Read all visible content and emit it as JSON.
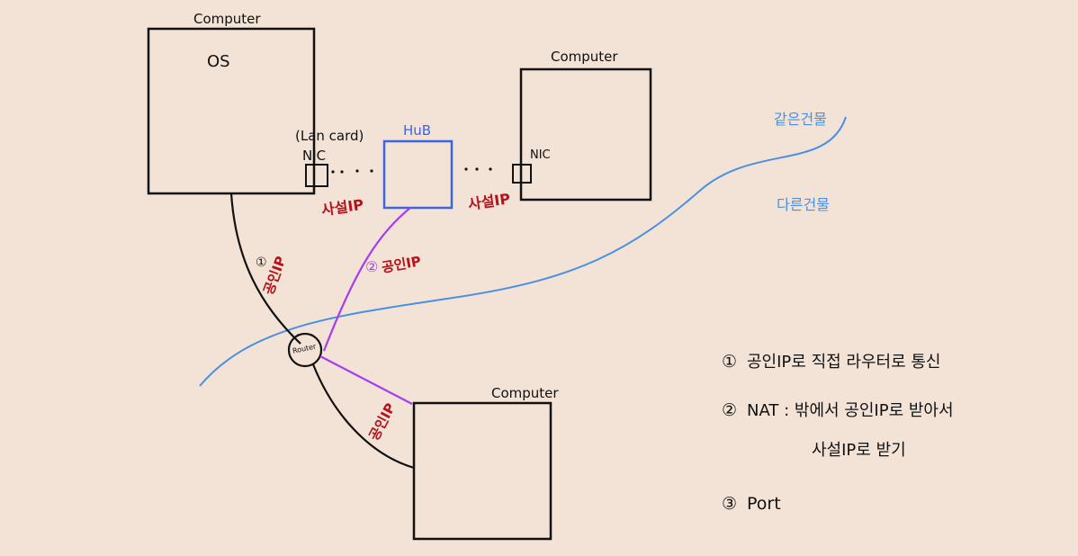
{
  "colors": {
    "background": "#f2e3d6",
    "ink": "#111111",
    "hub_blue": "#3f64e0",
    "wire_purple": "#a63ef0",
    "label_red": "#b5121b",
    "boundary_blue": "#4a90e2"
  },
  "computers": {
    "main": {
      "title": "Computer",
      "os_label": "OS",
      "lan_card_label": "(Lan card)",
      "nic_label": "NIC"
    },
    "right": {
      "title": "Computer",
      "nic_label": "NIC"
    },
    "bottom": {
      "title": "Computer"
    }
  },
  "hub": {
    "label": "HuB"
  },
  "router": {
    "label": "Router"
  },
  "connections": {
    "private_ip_left": "사설IP",
    "private_ip_right": "사설IP",
    "public_ip_1": "공인IP",
    "public_ip_1_marker": "①",
    "public_ip_2": "공인IP",
    "public_ip_2_marker": "②",
    "public_ip_bottom": "공인IP"
  },
  "regions": {
    "same_building": "같은건물",
    "other_building": "다른건물"
  },
  "legend": [
    {
      "marker": "①",
      "text": "공인IP로 직접 라우터로 통신"
    },
    {
      "marker": "②",
      "text": "NAT : 밖에서 공인IP로 받아서",
      "text2": "사설IP로 받기"
    },
    {
      "marker": "③",
      "text": "Port"
    }
  ]
}
